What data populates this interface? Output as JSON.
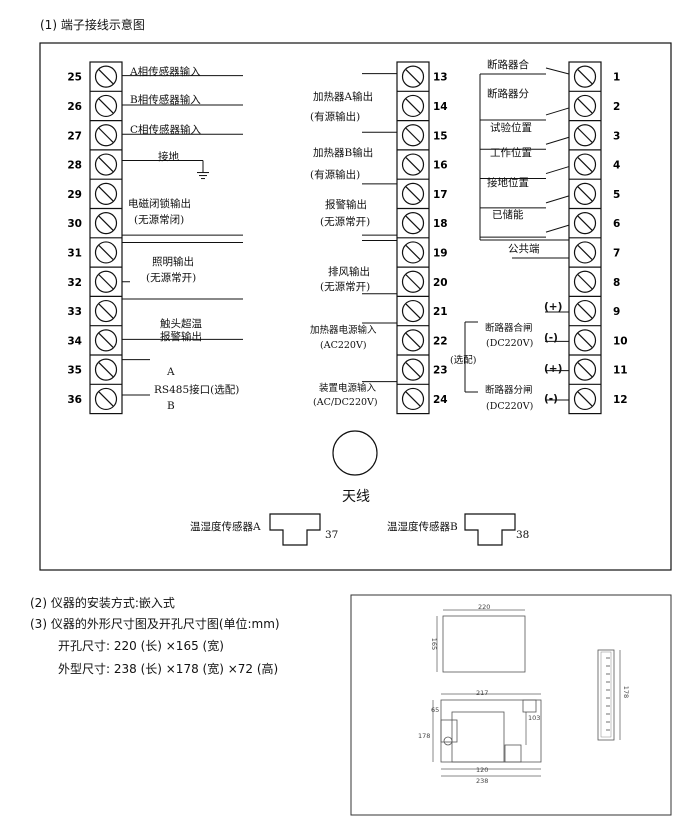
{
  "section1": {
    "title": "(1) 端子接线示意图"
  },
  "section2": {
    "title": "(2) 仪器的安装方式:嵌入式"
  },
  "section3": {
    "title": "(3) 仪器的外形尺寸图及开孔尺寸图(单位:mm)",
    "cutout": "开孔尺寸: 220 (长) ×165 (宽)",
    "outline": "外型尺寸: 238 (长) ×178 (宽) ×72 (高)"
  },
  "terminals": {
    "left_numbers": [
      "25",
      "26",
      "27",
      "28",
      "29",
      "30",
      "31",
      "32",
      "33",
      "34",
      "35",
      "36"
    ],
    "middle_numbers": [
      "13",
      "14",
      "15",
      "16",
      "17",
      "18",
      "19",
      "20",
      "21",
      "22",
      "23",
      "24"
    ],
    "right_numbers": [
      "1",
      "2",
      "3",
      "4",
      "5",
      "6",
      "7",
      "8",
      "9",
      "10",
      "11",
      "12"
    ]
  },
  "left_labels": {
    "a_sensor": "A相传感器输入",
    "b_sensor": "B相传感器输入",
    "c_sensor": "C相传感器输入",
    "ground": "接地",
    "em_lock": "电磁闭锁输出",
    "em_lock_note": "(无源常闭)",
    "lighting": "照明输出",
    "lighting_note": "(无源常开)",
    "contact": "触头超温",
    "contact_2": "报警输出",
    "rs485_a": "A",
    "rs485": "RS485接口(选配)",
    "rs485_b": "B"
  },
  "middle_labels": {
    "heater_a": "加热器A输出",
    "heater_a_note": "(有源输出)",
    "heater_b": "加热器B输出",
    "heater_b_note": "(有源输出)",
    "alarm": "报警输出",
    "alarm_note": "(无源常开)",
    "fan": "排风输出",
    "fan_note": "(无源常开)",
    "heater_power": "加热器电源输入",
    "heater_power_note": "(AC220V)",
    "device_power": "装置电源输入",
    "device_power_note": "(AC/DC220V)"
  },
  "right_labels": {
    "breaker_close": "断路器合",
    "breaker_open": "断路器分",
    "test_pos": "试验位置",
    "work_pos": "工作位置",
    "ground_pos": "接地位置",
    "stored": "已储能",
    "common": "公共端",
    "plus": "(+)",
    "minus": "(-)",
    "closing": "断路器合闸",
    "closing_dc": "(DC220V)",
    "optional": "(选配)",
    "opening": "断路器分闸",
    "opening_dc": "(DC220V)"
  },
  "antenna": "天线",
  "sensors": {
    "a_label": "温湿度传感器A",
    "a_num": "37",
    "b_label": "温湿度传感器B",
    "b_num": "38"
  },
  "dims": {
    "cut_len": "220",
    "cut_wid": "165",
    "top_len": "217",
    "small": "65",
    "right_h": "103",
    "left_h": "178",
    "inner_len": "120",
    "outer_len": "238",
    "side_h": "178"
  }
}
